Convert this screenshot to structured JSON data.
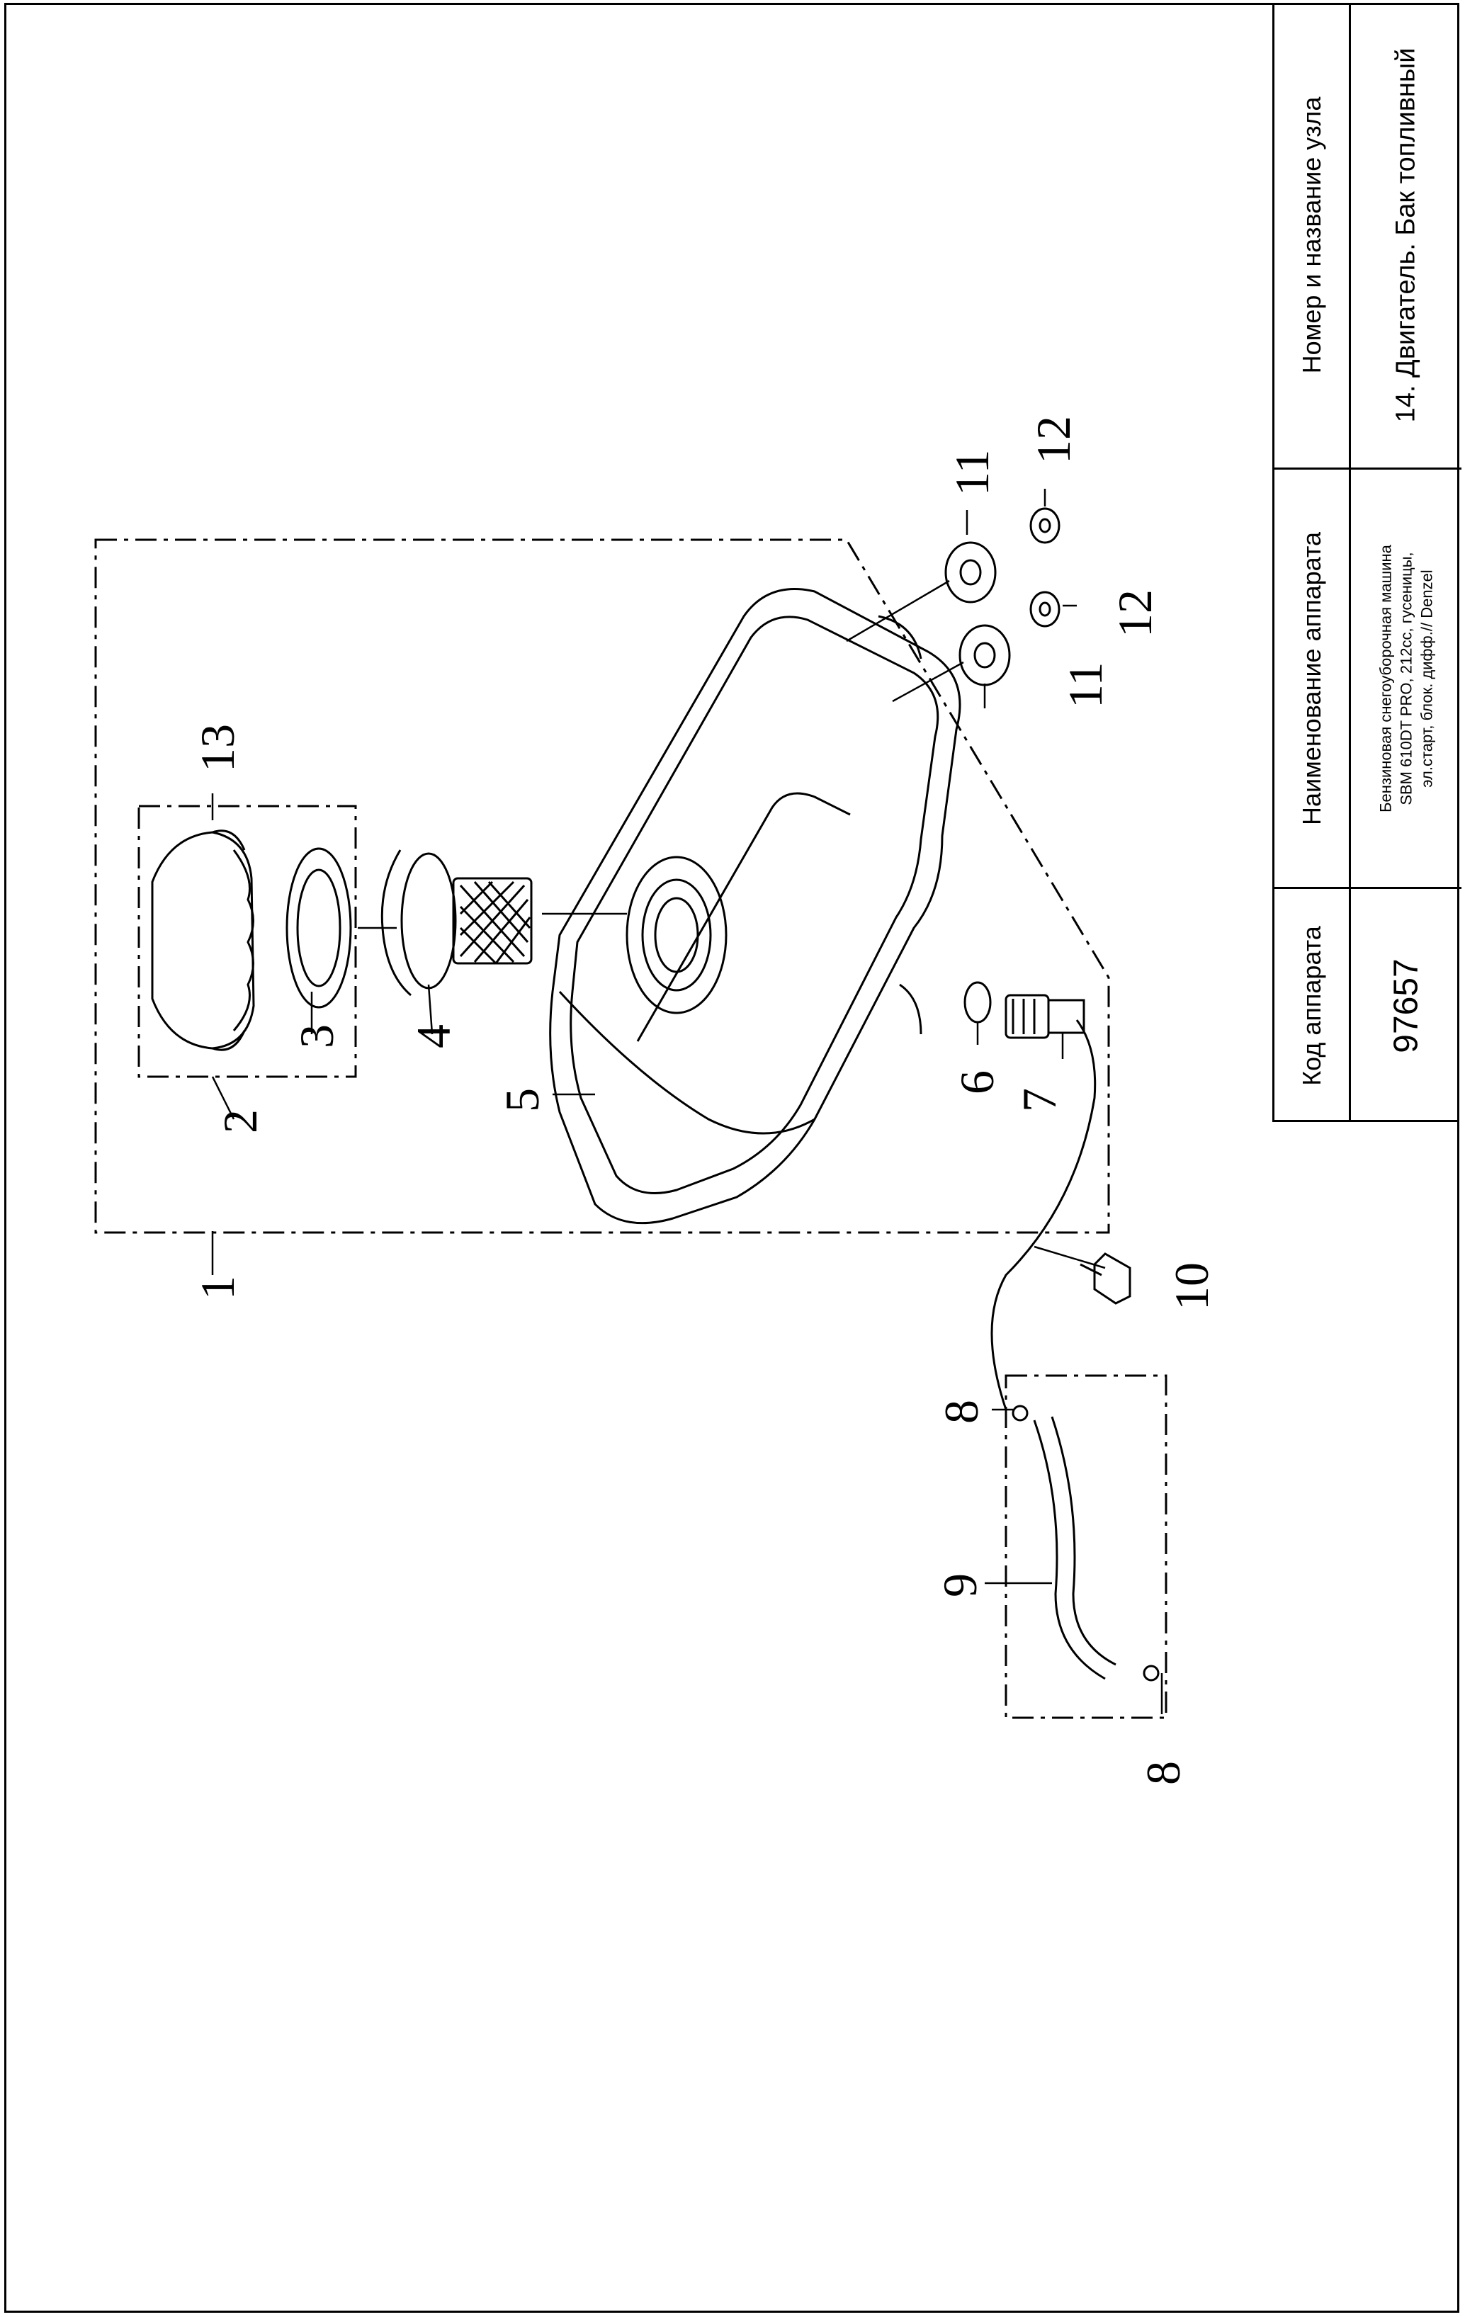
{
  "title_block": {
    "code_header": "Код аппарата",
    "code_value": "97657",
    "name_header": "Наименование аппарата",
    "name_lines": [
      "Бензиновая снегоуборочная машина",
      "SBM 610DT PRO, 212cc, гусеницы,",
      "эл.старт, блок. дифф.// Denzel"
    ],
    "node_header": "Номер и название узла",
    "node_value": "14. Двигатель. Бак топливный"
  },
  "callouts": {
    "c1": "1",
    "c2": "2",
    "c3": "3",
    "c4": "4",
    "c5": "5",
    "c6": "6",
    "c7": "7",
    "c8a": "8",
    "c8b": "8",
    "c9": "9",
    "c10": "10",
    "c11a": "11",
    "c11b": "11",
    "c12a": "12",
    "c12b": "12",
    "c13": "13"
  }
}
